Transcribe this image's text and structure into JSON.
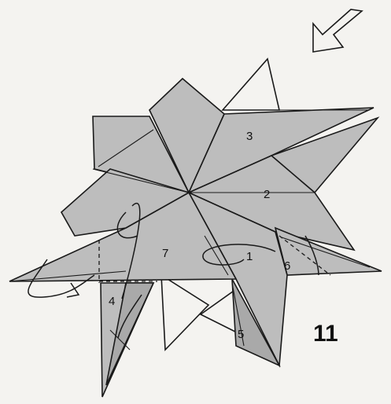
{
  "diagram": {
    "step_number": "11",
    "flap_labels": {
      "f1": "1",
      "f2": "2",
      "f3": "3",
      "f4": "4",
      "f5": "5",
      "f6": "6",
      "f7": "7"
    },
    "icons": {
      "direction_arrow": "rotate-arrow-icon"
    }
  }
}
